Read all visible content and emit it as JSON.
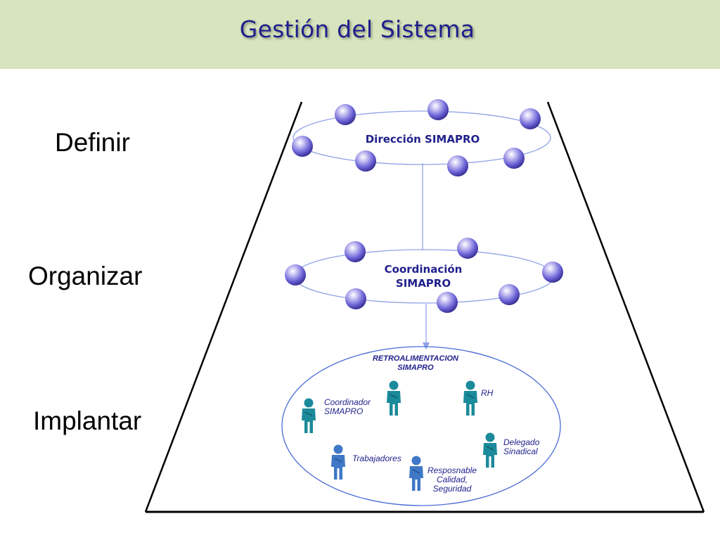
{
  "slide": {
    "title": "Gestión del Sistema"
  },
  "stages": [
    {
      "label": "Definir"
    },
    {
      "label": "Organizar"
    },
    {
      "label": "Implantar"
    }
  ],
  "rings": {
    "direccion": {
      "label": "Dirección SIMAPRO"
    },
    "coordinacion": {
      "label_line1": "Coordinación",
      "label_line2": "SIMAPRO"
    }
  },
  "feedback": {
    "title_line1": "RETROALIMENTACION",
    "title_line2": "SIMAPRO",
    "people": [
      {
        "lines": [
          "Coordinador",
          "SIMAPRO"
        ],
        "icon": "person-icon"
      },
      {
        "lines": [],
        "icon": "person-icon"
      },
      {
        "lines": [
          "RH"
        ],
        "icon": "person-icon"
      },
      {
        "lines": [
          "Delegado",
          "Sinadical"
        ],
        "icon": "person-icon"
      },
      {
        "lines": [
          "Trabajadores"
        ],
        "icon": "person-icon"
      },
      {
        "lines": [
          "Resposnable",
          "Calidad,",
          "Seguridad"
        ],
        "icon": "person-icon"
      }
    ]
  },
  "colors": {
    "header_bg": "#d7e4bd",
    "title": "#1f1f8c",
    "sphere": "#6b62d6",
    "ring_line": "#8fa3e6",
    "person_teal": "#1b8a9a",
    "person_blue": "#3f78c6"
  }
}
